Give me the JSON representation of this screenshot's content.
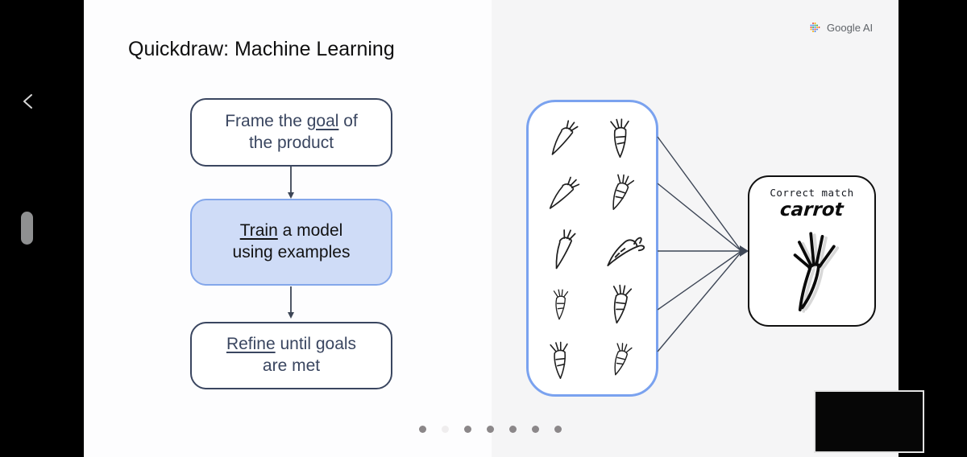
{
  "colors": {
    "accent-blue": "#7aa2ef",
    "box-blue-fill": "#cfdcf7",
    "box-blue-border": "#84a7ea",
    "navy": "#3a4660",
    "arrow": "#3d4656",
    "demo-bg": "#f5f5f6",
    "dot-gray": "#8b8789",
    "dot-light": "#efedee",
    "google-gray": "#5f6368",
    "g-blue": "#4285f4",
    "g-red": "#ea4335",
    "g-yellow": "#f9ab00",
    "g-green": "#34a853"
  },
  "slide": {
    "title": "Quickdraw: Machine Learning",
    "flowchart": {
      "steps": [
        {
          "pre": "Frame the ",
          "underlined": "goal",
          "post": " of",
          "line2": "the product"
        },
        {
          "pre": "",
          "underlined": "Train",
          "post": " a model",
          "line2": "using examples"
        },
        {
          "pre": "",
          "underlined": "Refine",
          "post": " until goals",
          "line2": "are met"
        }
      ]
    }
  },
  "demo": {
    "sketch_panel": {
      "subject": "carrot",
      "sketch_count": 10
    },
    "match_box": {
      "title": "Correct match",
      "label": "carrot"
    }
  },
  "branding": {
    "label": "Google AI"
  },
  "pagination": {
    "dots": [
      "gray",
      "light",
      "gray",
      "gray",
      "gray",
      "gray",
      "gray"
    ]
  }
}
